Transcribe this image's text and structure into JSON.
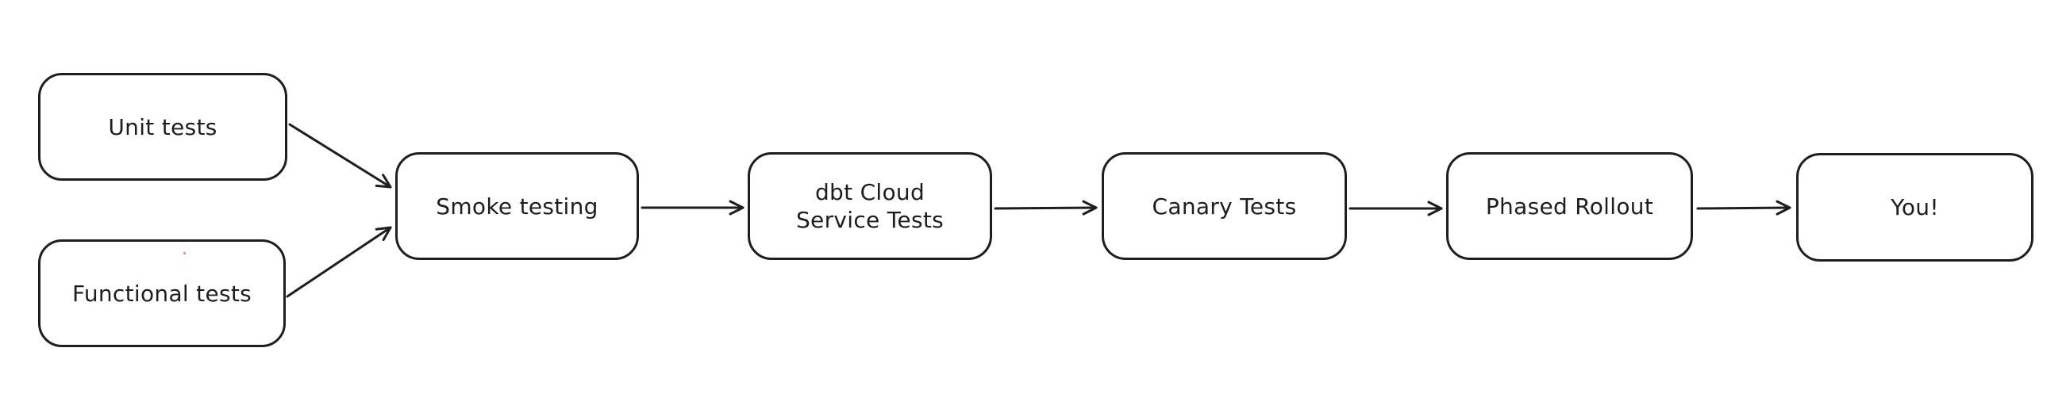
{
  "diagram": {
    "type": "flowchart",
    "background_color": "#ffffff",
    "stroke_color": "#1e1e1e",
    "stray_dot_color": "#e03131",
    "nodes": [
      {
        "id": "unit-tests",
        "label": "Unit tests"
      },
      {
        "id": "functional-tests",
        "label": "Functional tests"
      },
      {
        "id": "smoke-testing",
        "label": "Smoke testing"
      },
      {
        "id": "dbt-cloud-service-tests",
        "label": "dbt Cloud\nService Tests"
      },
      {
        "id": "canary-tests",
        "label": "Canary Tests"
      },
      {
        "id": "phased-rollout",
        "label": "Phased Rollout"
      },
      {
        "id": "you",
        "label": "You!"
      }
    ],
    "edges": [
      {
        "from": "unit-tests",
        "to": "smoke-testing"
      },
      {
        "from": "functional-tests",
        "to": "smoke-testing"
      },
      {
        "from": "smoke-testing",
        "to": "dbt-cloud-service-tests"
      },
      {
        "from": "dbt-cloud-service-tests",
        "to": "canary-tests"
      },
      {
        "from": "canary-tests",
        "to": "phased-rollout"
      },
      {
        "from": "phased-rollout",
        "to": "you"
      }
    ]
  }
}
